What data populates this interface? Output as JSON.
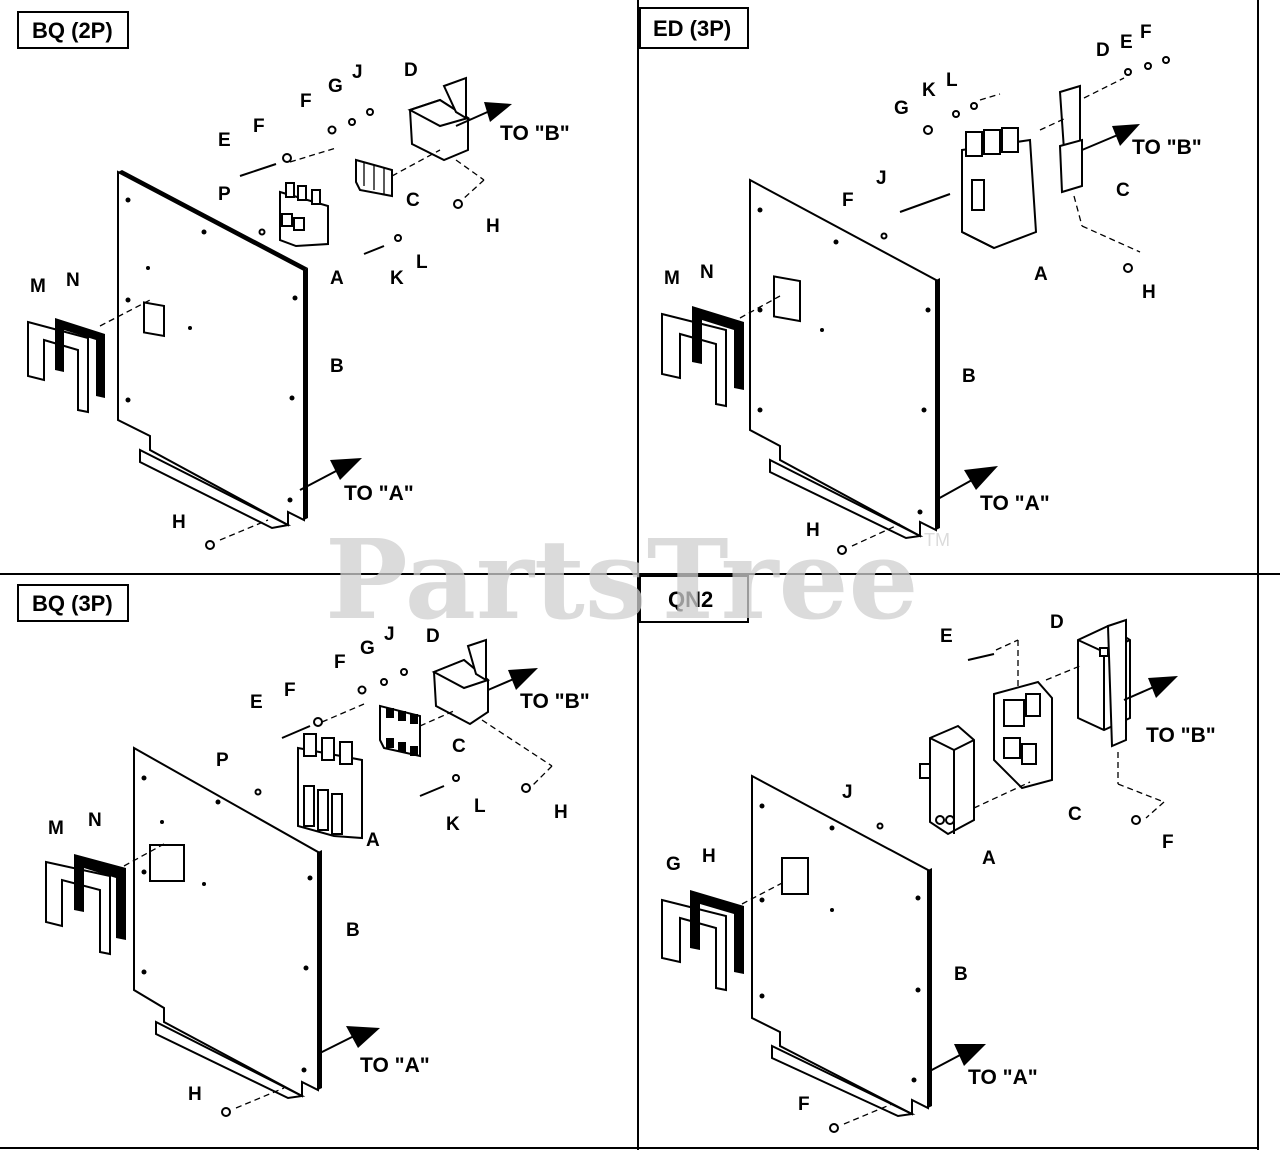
{
  "watermark": {
    "text": "PartsTree",
    "trademark": "TM"
  },
  "panels": [
    {
      "title": "BQ (2P)",
      "callouts": [
        "M",
        "N",
        "E",
        "F",
        "P",
        "F",
        "G",
        "J",
        "D",
        "C",
        "H",
        "L",
        "K",
        "A",
        "B",
        "H"
      ],
      "arrows": [
        "TO \"B\"",
        "TO \"A\""
      ]
    },
    {
      "title": "ED (3P)",
      "callouts": [
        "D",
        "E",
        "F",
        "G",
        "K",
        "L",
        "J",
        "F",
        "C",
        "A",
        "H",
        "M",
        "N",
        "B",
        "H"
      ],
      "arrows": [
        "TO \"B\"",
        "TO \"A\""
      ]
    },
    {
      "title": "BQ (3P)",
      "callouts": [
        "F",
        "G",
        "J",
        "D",
        "E",
        "F",
        "P",
        "C",
        "A",
        "L",
        "K",
        "H",
        "M",
        "N",
        "B",
        "H"
      ],
      "arrows": [
        "TO \"B\"",
        "TO \"A\""
      ]
    },
    {
      "title": "QN2",
      "callouts": [
        "D",
        "E",
        "J",
        "C",
        "A",
        "F",
        "G",
        "H",
        "B",
        "F"
      ],
      "arrows": [
        "TO \"B\"",
        "TO \"A\""
      ]
    }
  ]
}
